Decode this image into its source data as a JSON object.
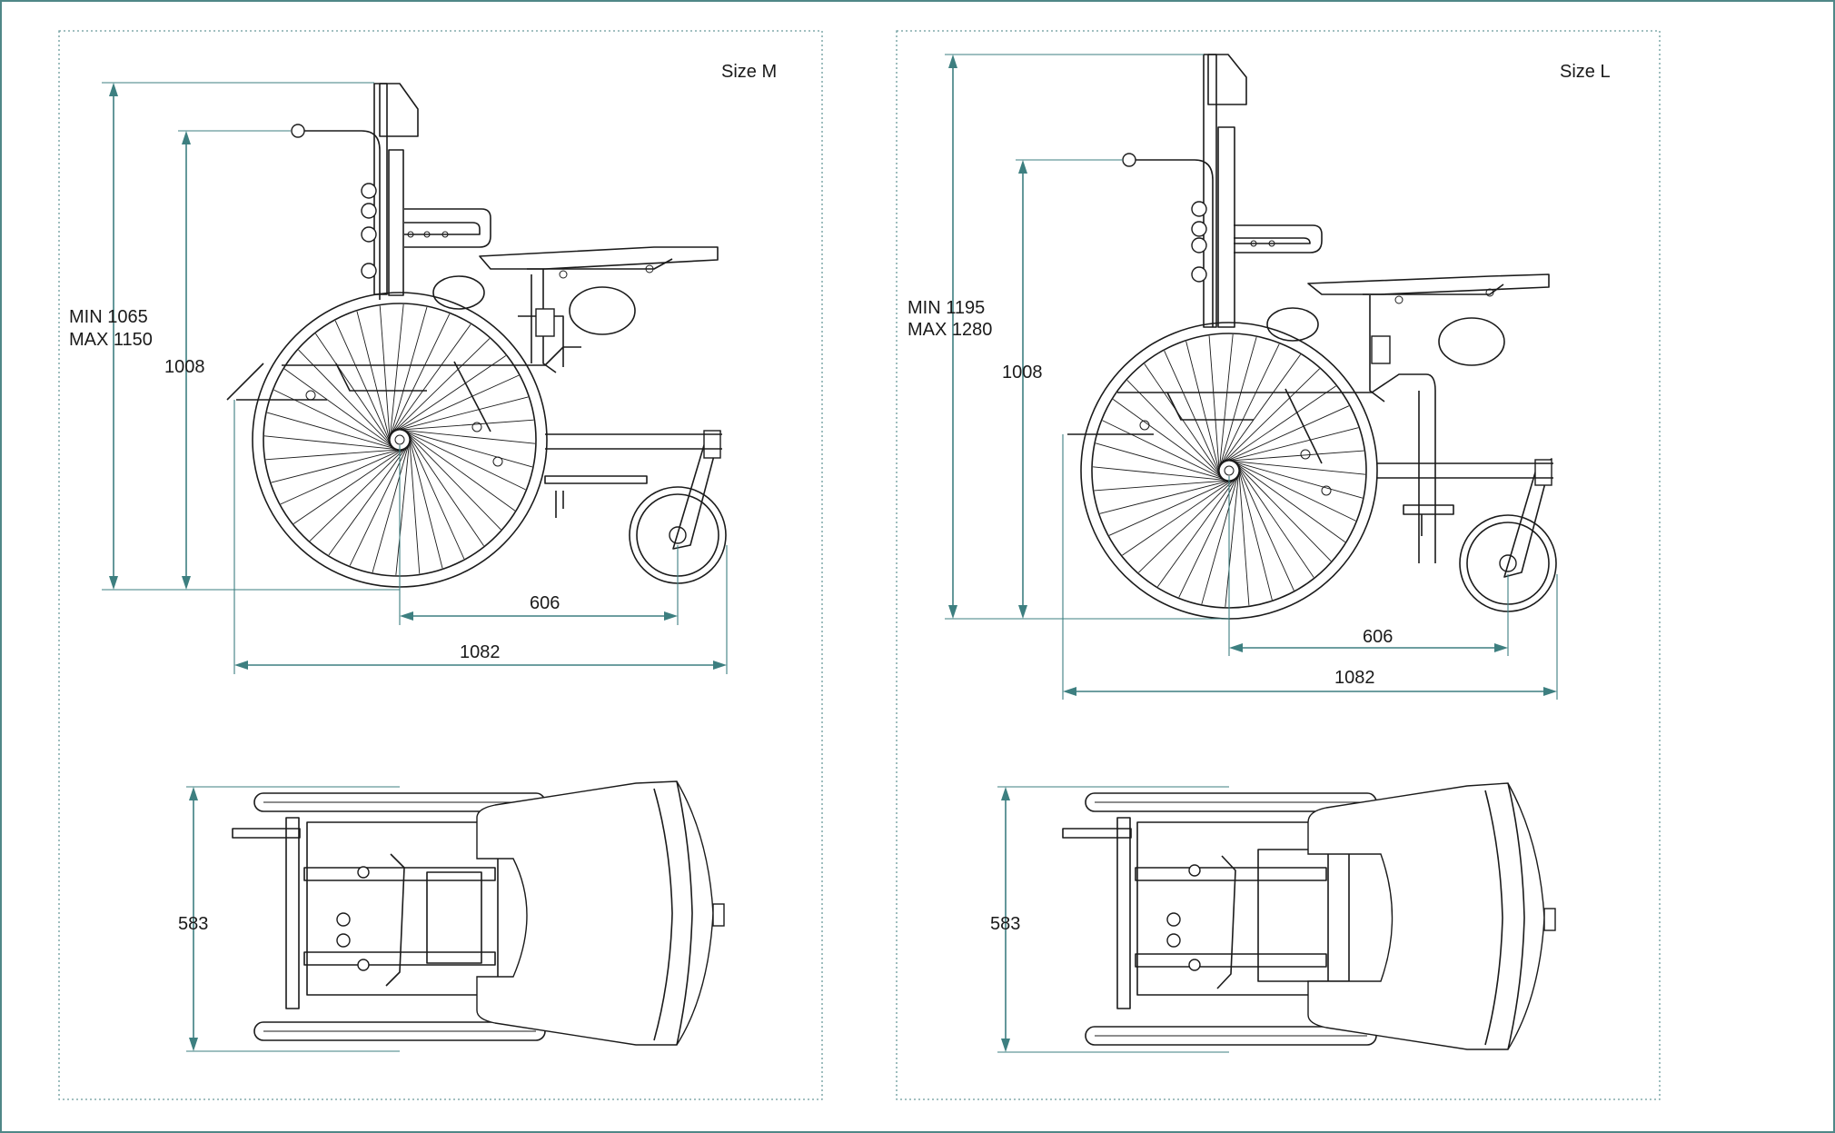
{
  "panels": [
    {
      "id": "m",
      "size_label": "Size M",
      "height_min_line": "MIN  1065",
      "height_max_line": "MAX 1150",
      "handle_height": "1008",
      "wheelbase": "606",
      "overall_length": "1082",
      "overall_width": "583"
    },
    {
      "id": "l",
      "size_label": "Size L",
      "height_min_line": "MIN  1195",
      "height_max_line": "MAX 1280",
      "handle_height": "1008",
      "wheelbase": "606",
      "overall_length": "1082",
      "overall_width": "583"
    }
  ],
  "colors": {
    "dimension": "#3d7f80",
    "frame": "#4f8787",
    "drawing": "#1b1b1b"
  }
}
